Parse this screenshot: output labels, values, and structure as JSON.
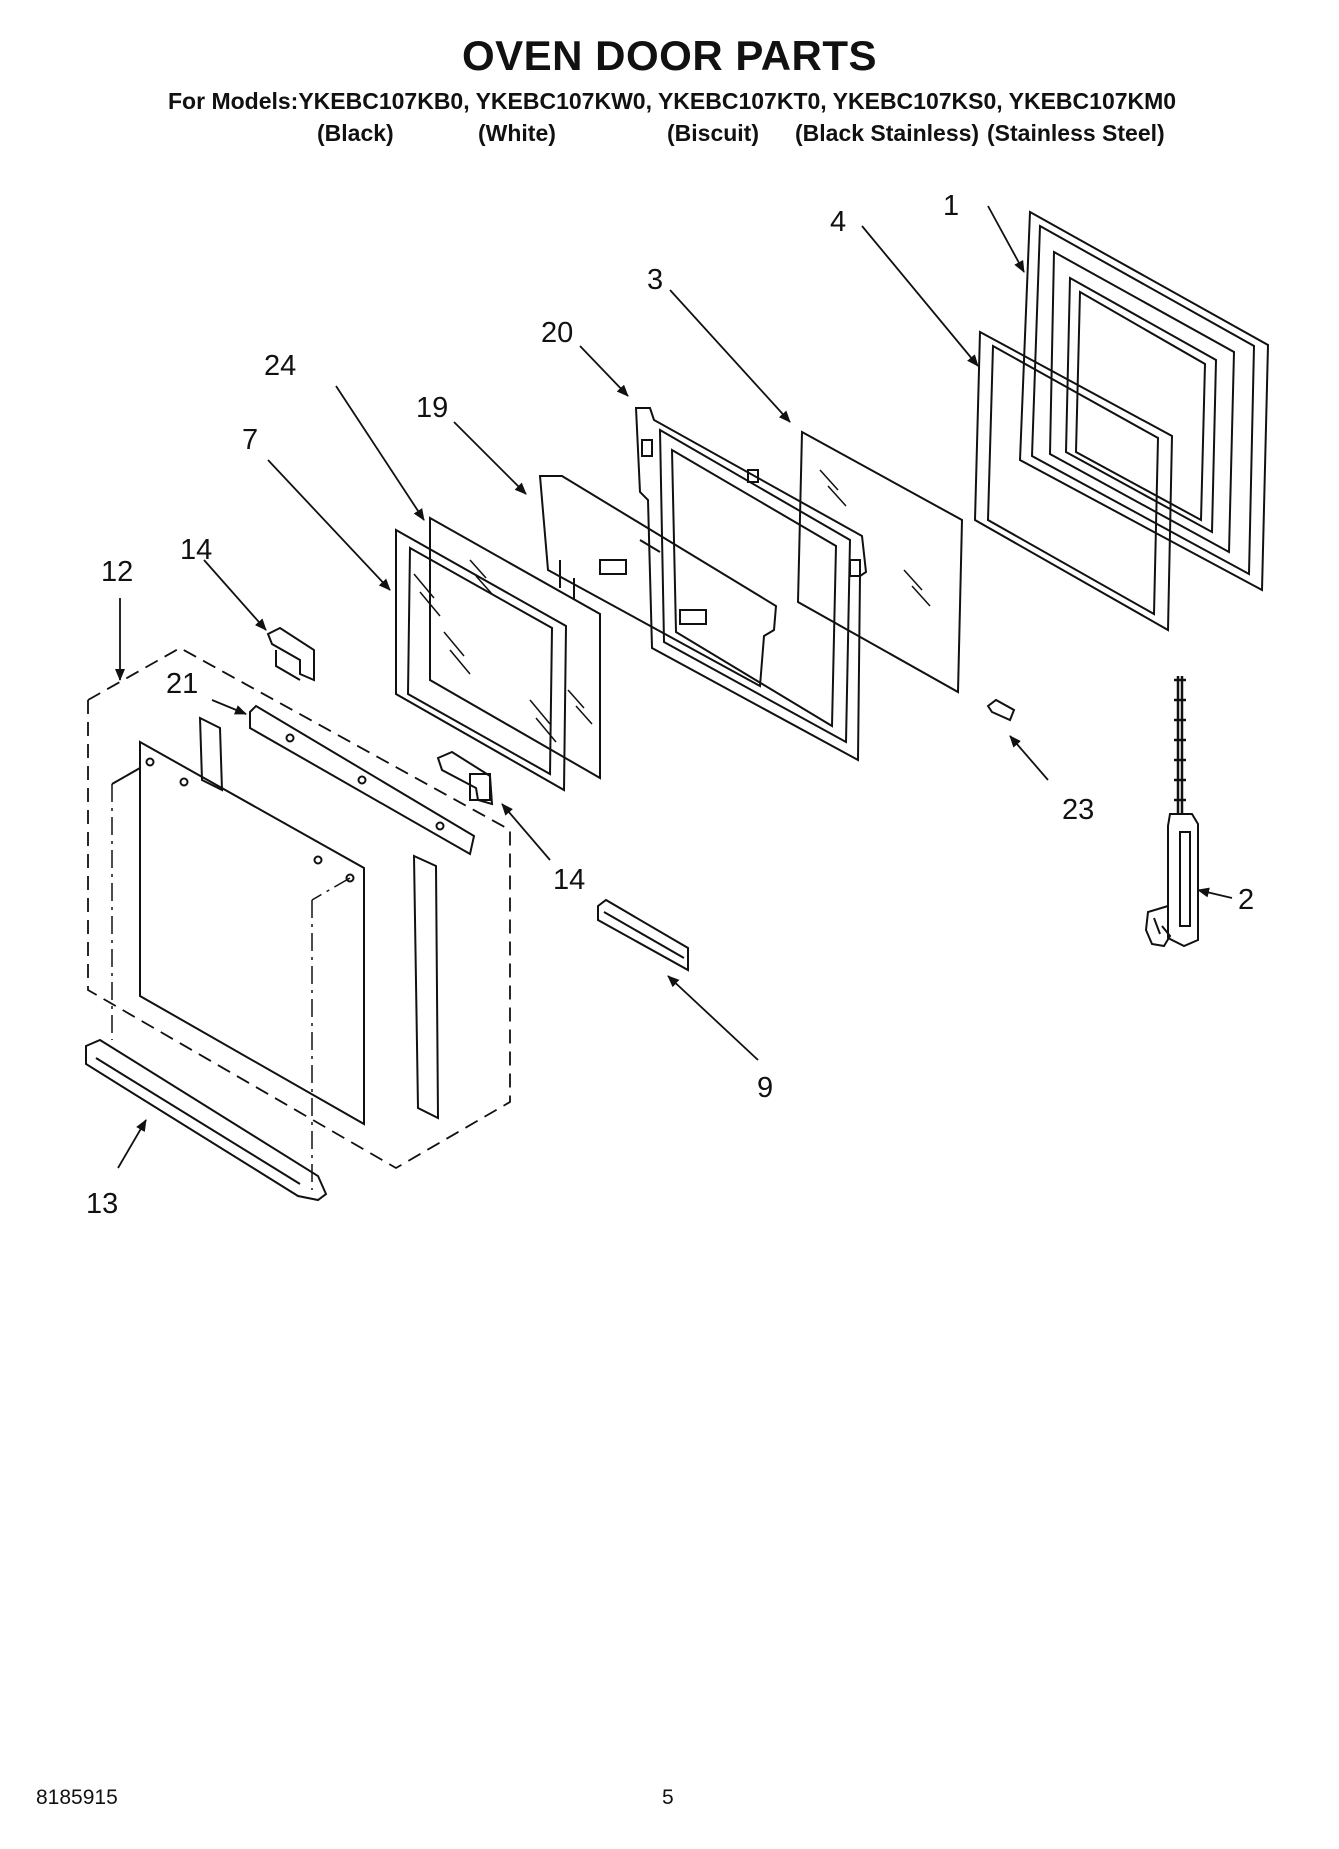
{
  "header": {
    "title": "OVEN DOOR PARTS",
    "models_line": "For Models:YKEBC107KB0, YKEBC107KW0, YKEBC107KT0, YKEBC107KS0, YKEBC107KM0",
    "variants": [
      "(Black)",
      "(White)",
      "(Biscuit)",
      "(Black Stainless)",
      "(Stainless Steel)"
    ]
  },
  "callouts": {
    "c1": "1",
    "c2": "2",
    "c3": "3",
    "c4": "4",
    "c7": "7",
    "c9": "9",
    "c12": "12",
    "c13": "13",
    "c14a": "14",
    "c14b": "14",
    "c19": "19",
    "c20": "20",
    "c21": "21",
    "c23": "23",
    "c24": "24"
  },
  "footer": {
    "doc_number": "8185915",
    "page_number": "5"
  }
}
